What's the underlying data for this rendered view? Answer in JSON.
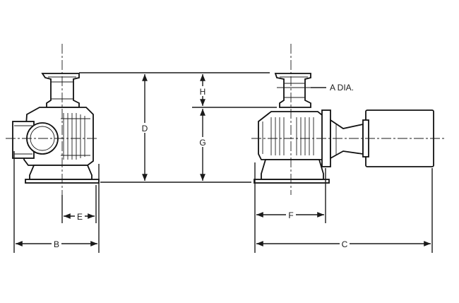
{
  "labels": {
    "a_dia": "A DIA.",
    "b": "B",
    "c": "C",
    "d": "D",
    "e": "E",
    "f": "F",
    "g": "G",
    "h": "H"
  },
  "colors": {
    "ink": "#1a1a1a",
    "paper": "#ffffff"
  }
}
